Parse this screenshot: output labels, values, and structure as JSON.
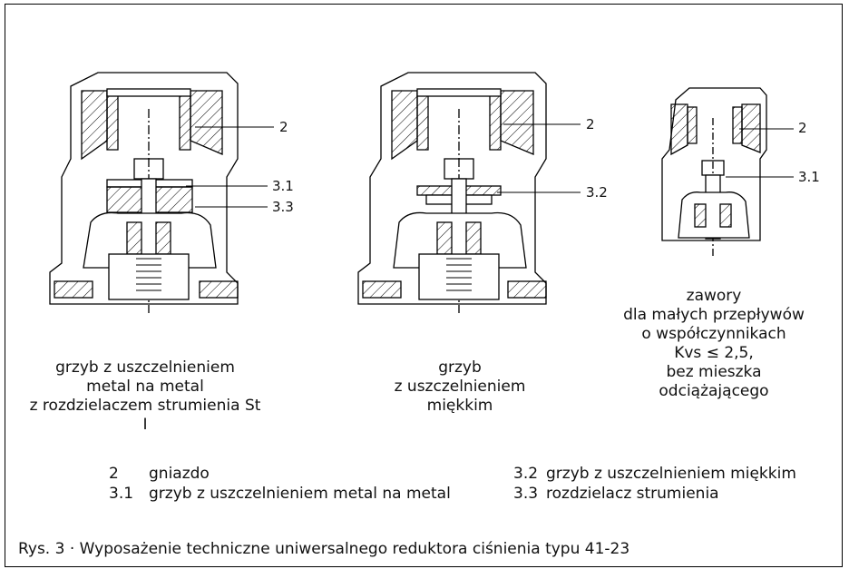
{
  "callouts": {
    "left": [
      "2",
      "3.1",
      "3.3"
    ],
    "middle": [
      "2",
      "3.2"
    ],
    "right": [
      "2",
      "3.1"
    ]
  },
  "captions": {
    "left": [
      "grzyb z uszczelnieniem",
      "metal na metal",
      "z rozdzielaczem strumienia St I"
    ],
    "middle": [
      "grzyb",
      "z uszczelnieniem",
      "miękkim"
    ],
    "right": [
      "zawory",
      "dla małych przepływów",
      "o współczynnikach",
      "Kvs ≤ 2,5,",
      "bez mieszka",
      "odciążającego"
    ]
  },
  "legend": [
    {
      "num": "2",
      "text": "gniazdo"
    },
    {
      "num": "3.1",
      "text": "grzyb z uszczelnieniem metal na metal"
    },
    {
      "num": "3.2",
      "text": "grzyb z uszczelnieniem miękkim"
    },
    {
      "num": "3.3",
      "text": "rozdzielacz strumienia"
    }
  ],
  "figure_title": "Rys. 3 · Wyposażenie techniczne uniwersalnego reduktora ciśnienia typu 41-23"
}
